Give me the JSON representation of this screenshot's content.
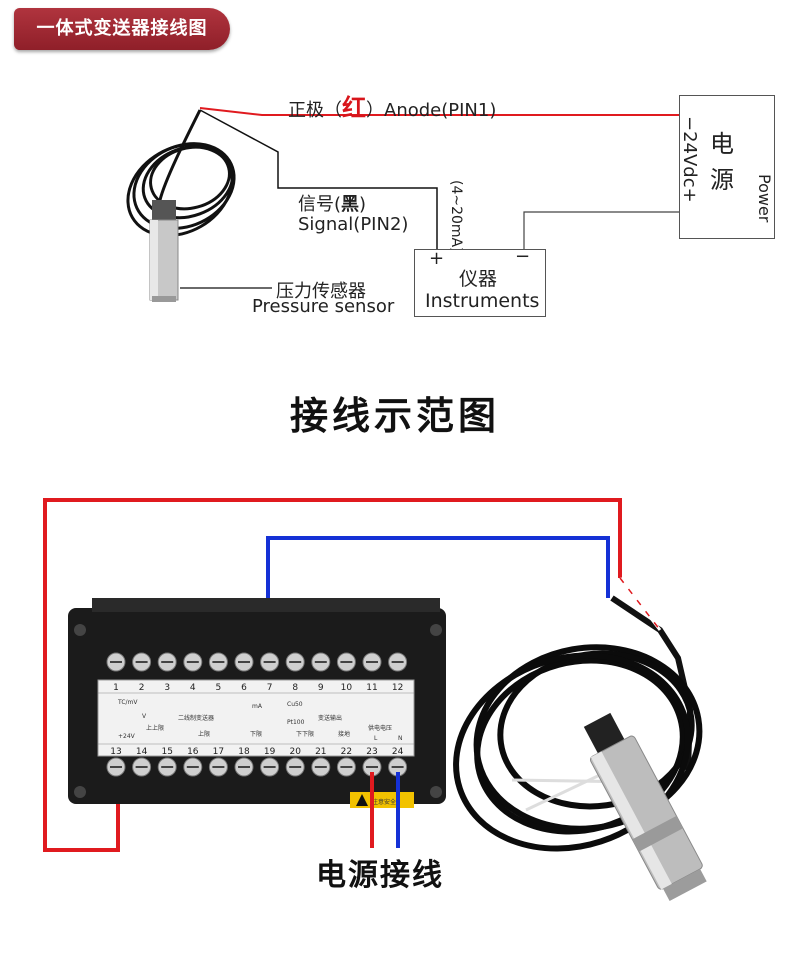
{
  "badge_title": "一体式变送器接线图",
  "top_diagram": {
    "anode_prefix": "正极（",
    "anode_red": "红",
    "anode_suffix": "）Anode(PIN1)",
    "signal_cn_prefix": "信号(",
    "signal_cn_black": "黑",
    "signal_cn_suffix": ")",
    "signal_en": "Signal(PIN2)",
    "current_range": "(4~20mA)",
    "sensor_cn": "压力传感器",
    "sensor_en": "Pressure sensor",
    "instrument_plus": "+",
    "instrument_minus": "−",
    "instrument_cn": "仪器",
    "instrument_en": "Instruments",
    "power_voltage": "−24Vdc+",
    "power_cn_1": "电",
    "power_cn_2": "源",
    "power_en": "Power"
  },
  "section_heading": "接线示范图",
  "terminal_block": {
    "top_numbers": [
      "1",
      "2",
      "3",
      "4",
      "5",
      "6",
      "7",
      "8",
      "9",
      "10",
      "11",
      "12"
    ],
    "bottom_numbers": [
      "13",
      "14",
      "15",
      "16",
      "17",
      "18",
      "19",
      "20",
      "21",
      "22",
      "23",
      "24"
    ],
    "labels": {
      "tc_mv": "TC/mV",
      "v": "V",
      "ma": "mA",
      "cu50": "Cu50",
      "pt100": "Pt100",
      "trans_out": "变送输出",
      "plus24v": "+24V",
      "upper_upper": "上上限",
      "two_wire": "二线制变送器",
      "upper": "上限",
      "lower": "下限",
      "lower_lower": "下下限",
      "ground": "接地",
      "supply": "供电电压",
      "l": "L",
      "n": "N",
      "warning": "注意安全"
    }
  },
  "power_wiring_label": "电源接线",
  "colors": {
    "red_wire": "#e01a1f",
    "blue_wire": "#1531d6",
    "badge": "#a52a35"
  }
}
